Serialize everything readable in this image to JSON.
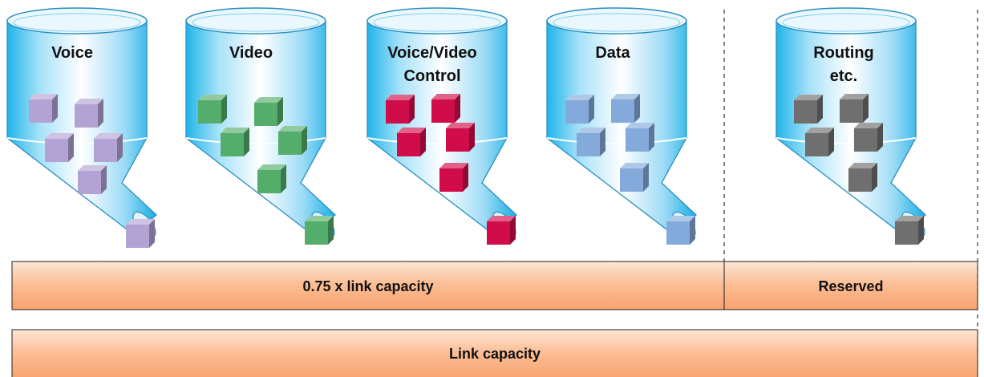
{
  "queues": [
    {
      "label_lines": [
        "Voice"
      ],
      "cube_color": "#b3a3d4"
    },
    {
      "label_lines": [
        "Video"
      ],
      "cube_color": "#55ad6c"
    },
    {
      "label_lines": [
        "Voice/Video",
        "Control"
      ],
      "cube_color": "#d00d4a"
    },
    {
      "label_lines": [
        "Data"
      ],
      "cube_color": "#84aadc"
    },
    {
      "label_lines": [
        "Routing",
        "etc."
      ],
      "cube_color": "#6f6f6f"
    }
  ],
  "bars": {
    "shared_label": "0.75 x link capacity",
    "reserved_label": "Reserved",
    "total_label": "Link capacity",
    "fill_color": "#f7a878"
  }
}
